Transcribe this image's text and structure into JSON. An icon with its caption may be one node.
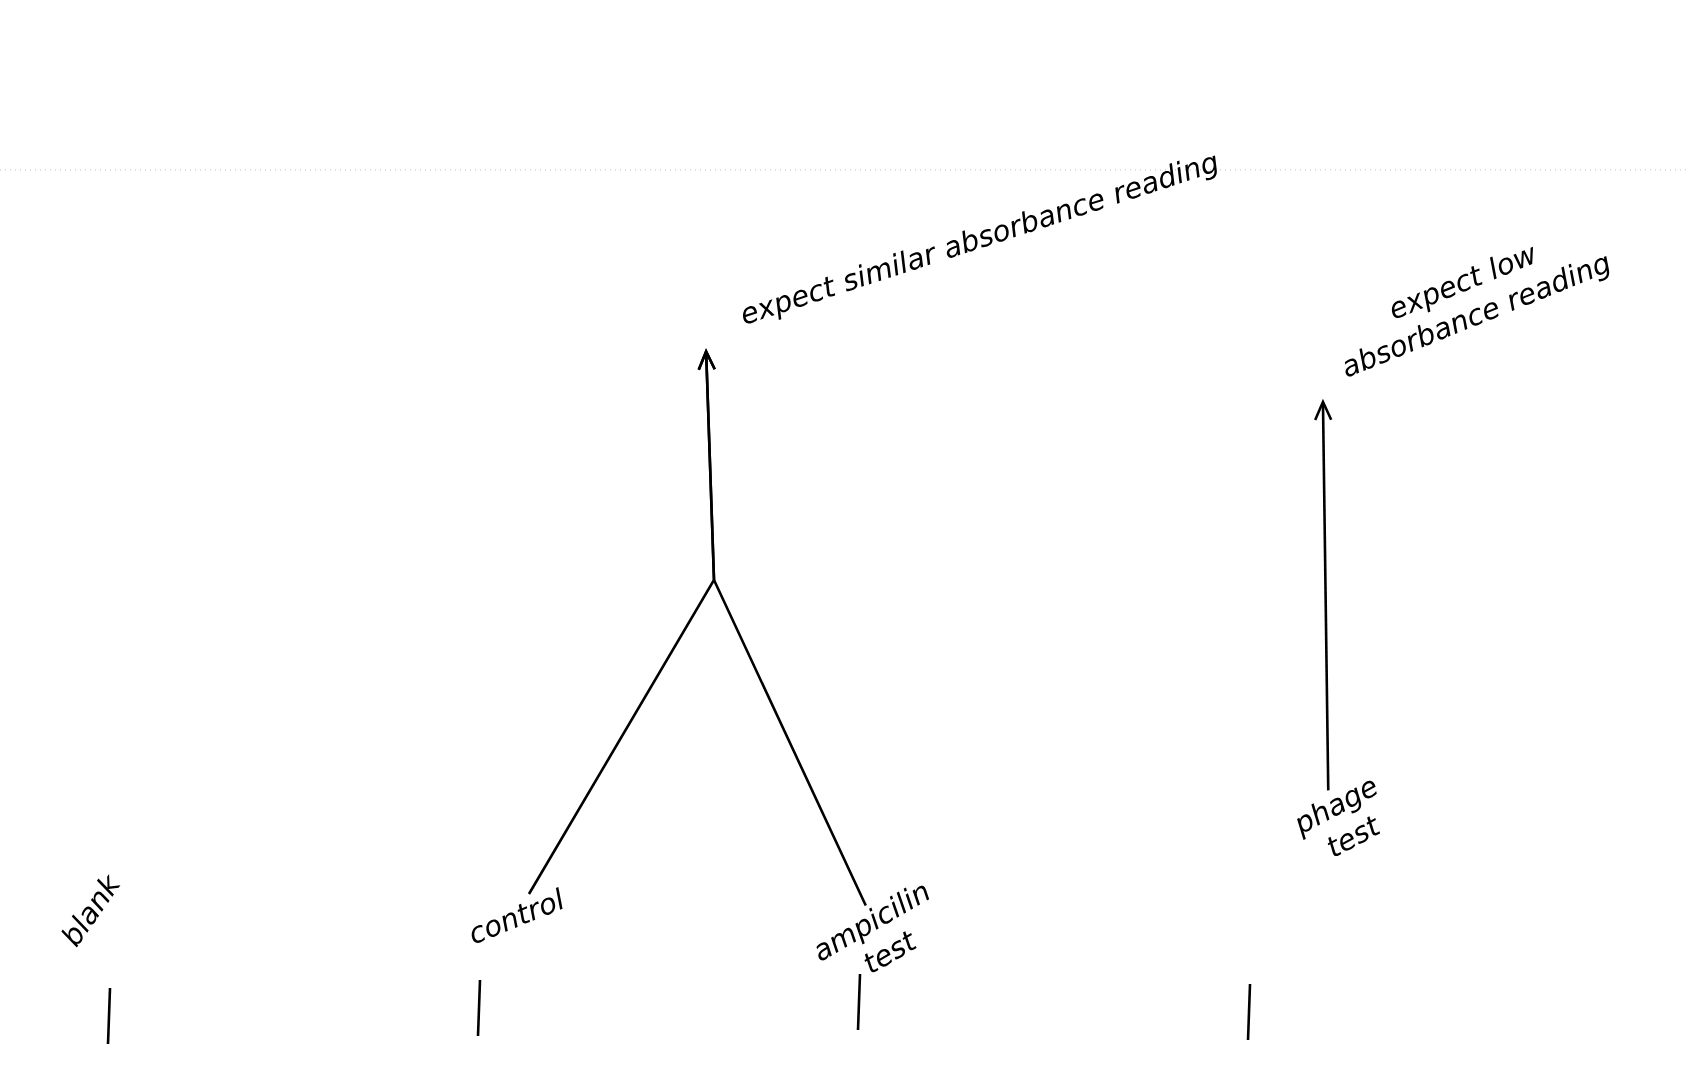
{
  "diagram": {
    "nodes": [
      {
        "text": [
          "expect similar absorbance reading"
        ]
      },
      {
        "text": [
          "expect low absorbance reading"
        ]
      },
      {
        "text": [
          "blank"
        ]
      },
      {
        "text": [
          "control"
        ]
      },
      {
        "text": [
          "ampicilin test"
        ]
      },
      {
        "text": [
          "phage test"
        ]
      }
    ],
    "edges": [
      {
        "from": 3,
        "to": 0,
        "arrow": "to"
      },
      {
        "from": 4,
        "to": 0,
        "arrow": "to"
      },
      {
        "from": 5,
        "to": 1,
        "arrow": "to"
      }
    ]
  }
}
